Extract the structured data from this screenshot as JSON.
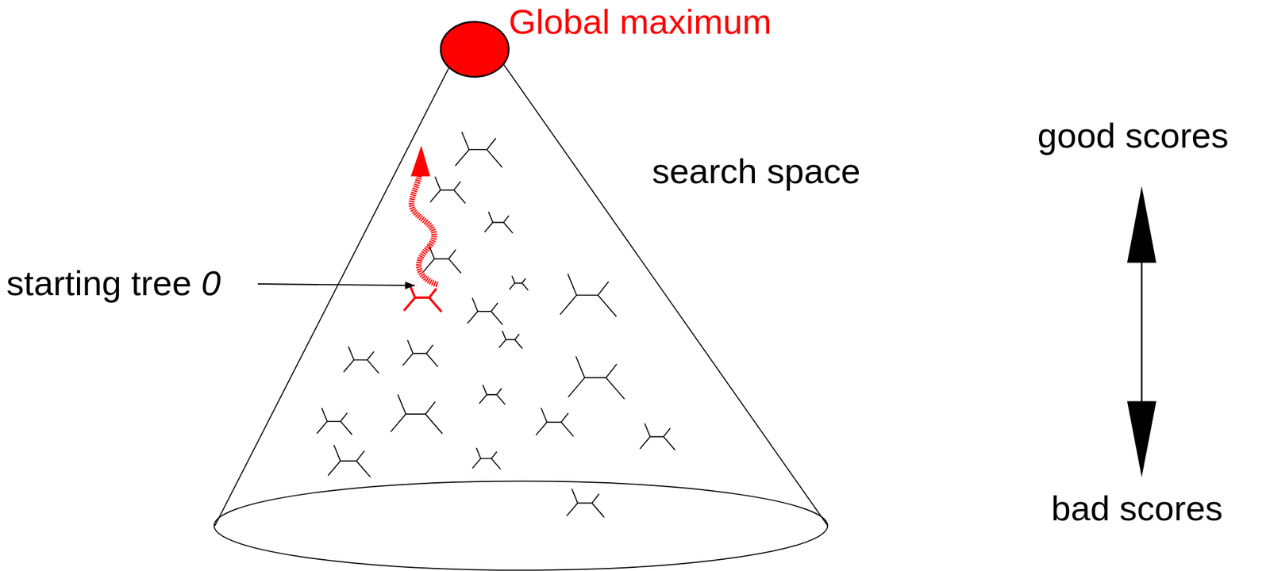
{
  "diagram": {
    "labels": [
      "Global maximum",
      "search space",
      "starting tree 0",
      "good scores",
      "bad scores"
    ]
  }
}
